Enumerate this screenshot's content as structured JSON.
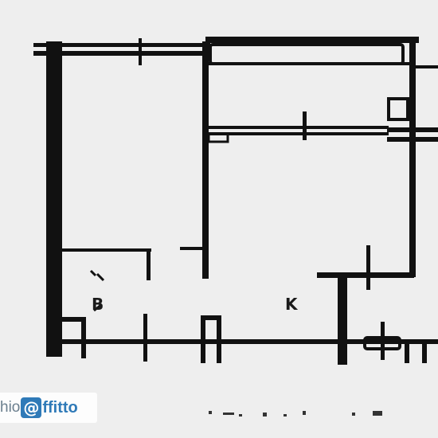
{
  "rooms": {
    "bathroom_label": "B",
    "kitchen_label": "K"
  },
  "watermark": {
    "prefix": "hio",
    "at_glyph": "@",
    "suffix": "ffitto"
  },
  "colors": {
    "paper": "#eeeeee",
    "ink": "#111111",
    "brand": "#2f7ab8"
  },
  "icons": {
    "logo": "immobiliare-at-logo-icon"
  }
}
